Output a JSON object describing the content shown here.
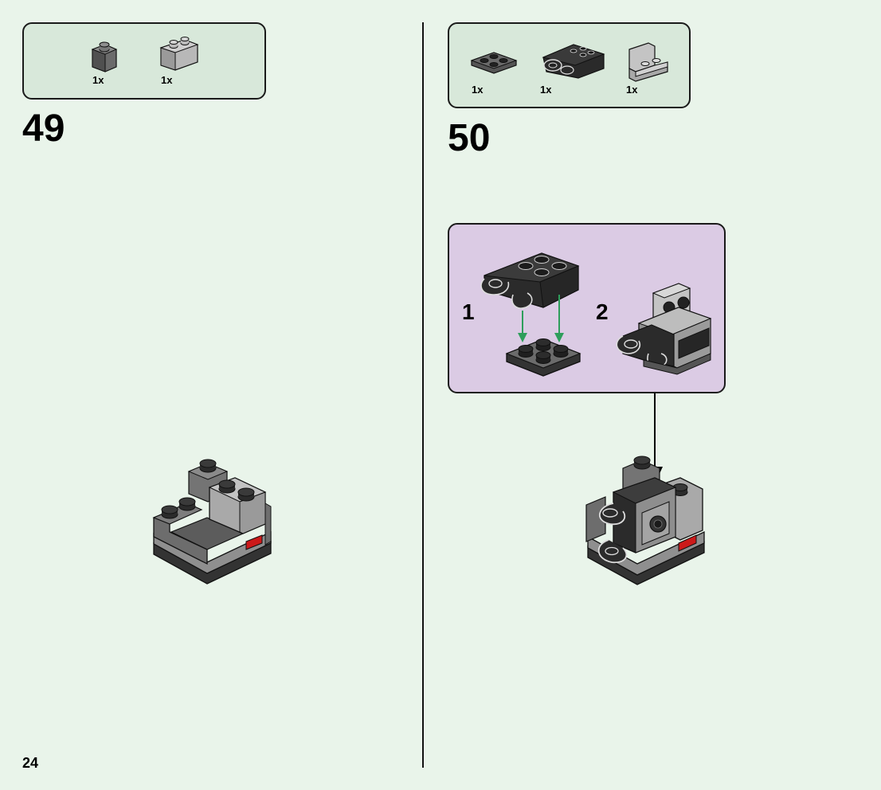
{
  "page": {
    "number": "24"
  },
  "step49": {
    "number": "49",
    "parts": [
      {
        "qty": "1x",
        "name": "dark-grey-1x1-brick"
      },
      {
        "qty": "1x",
        "name": "light-grey-1x2-brick"
      }
    ]
  },
  "step50": {
    "number": "50",
    "parts": [
      {
        "qty": "1x",
        "name": "dark-grey-2x2-plate"
      },
      {
        "qty": "1x",
        "name": "black-claw-brick"
      },
      {
        "qty": "1x",
        "name": "light-grey-bracket"
      }
    ],
    "substeps": [
      {
        "number": "1"
      },
      {
        "number": "2"
      }
    ]
  },
  "colors": {
    "background": "#e9f4ea",
    "parts_box": "#d8e8da",
    "subassembly_box": "#dbcbe4",
    "arrow_green": "#2e9e5b",
    "accent_red": "#cc1a1a"
  }
}
